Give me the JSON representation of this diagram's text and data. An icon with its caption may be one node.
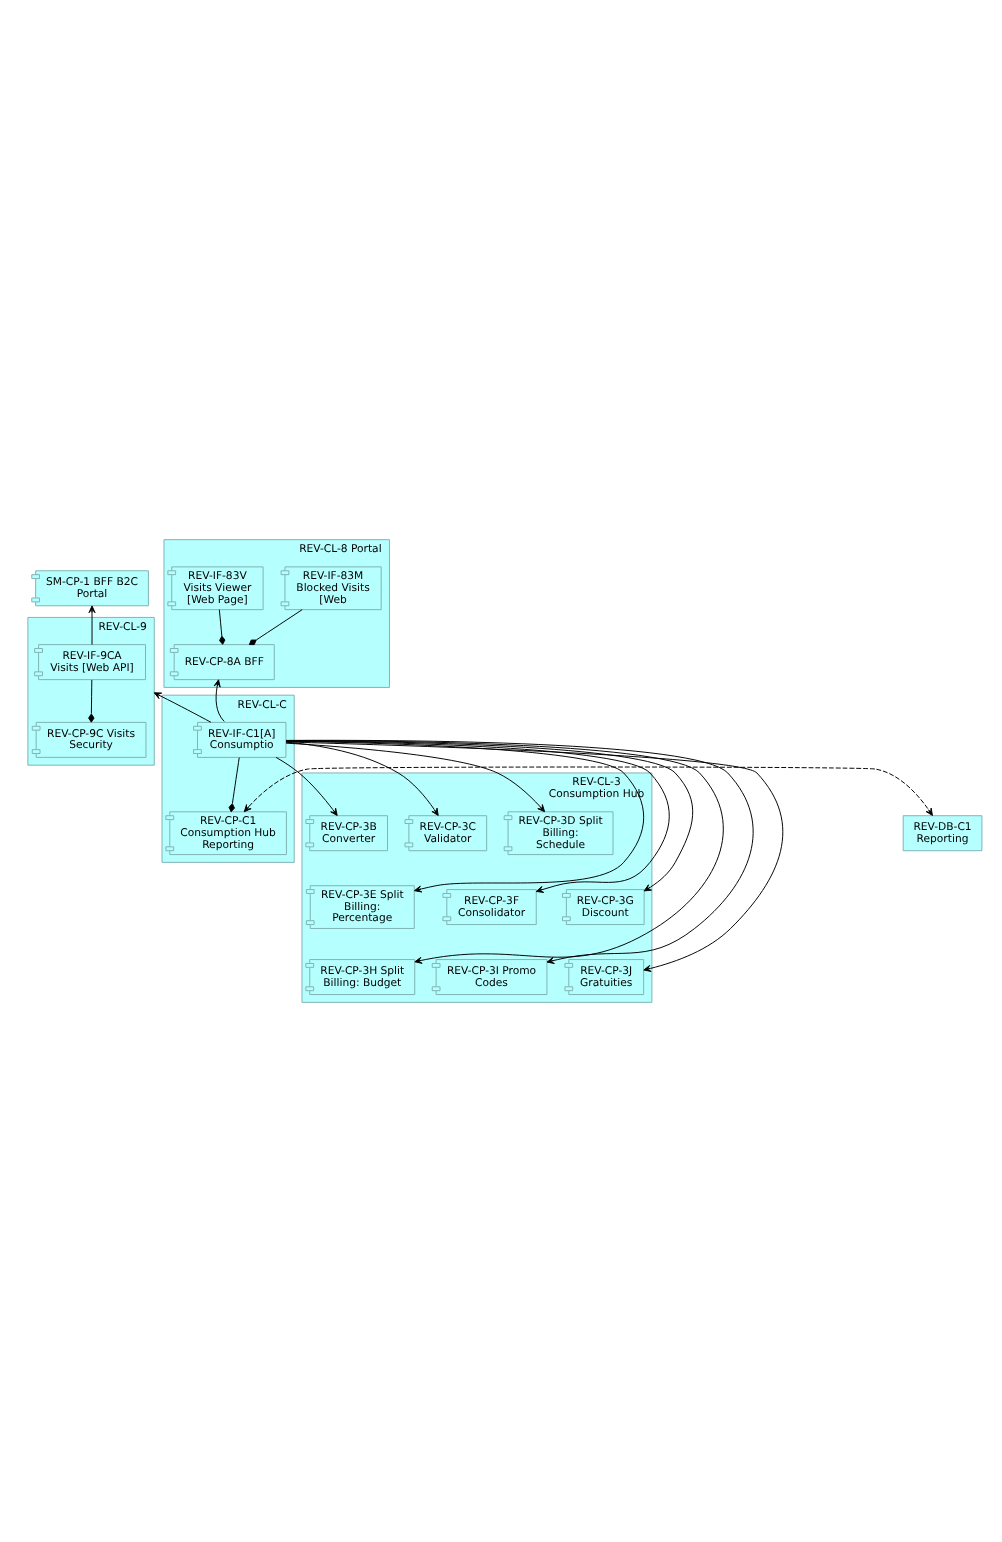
{
  "diagram": {
    "nodes": [
      {
        "text": [
          "SM-CP-1 BFF B2C Portal"
        ]
      },
      {
        "text": [
          "REV-CL-8 Portal"
        ]
      },
      {
        "text": [
          "REV-IF-83M Blocked Visits [Web"
        ],
        "in": 1
      },
      {
        "text": [
          "REV-IF-83V Visits Viewer [Web Page]"
        ],
        "in": 1
      },
      {
        "text": [
          "REV-CP-8A BFF"
        ],
        "in": 1
      },
      {
        "text": [
          "REV-CL-9"
        ]
      },
      {
        "text": [
          "REV-IF-9CA Visits [Web API]"
        ],
        "in": 5
      },
      {
        "text": [
          "REV-CP-9C Visits Security"
        ],
        "in": 5
      },
      {
        "text": [
          "REV-CL-C"
        ]
      },
      {
        "text": [
          "REV-IF-C1[A] Consumptio"
        ],
        "in": 8
      },
      {
        "text": [
          "REV-CP-C1 Consumption Hub Reporting"
        ],
        "in": 8
      },
      {
        "text": [
          "REV-DB-C1 Reporting"
        ]
      },
      {
        "text": [
          "REV-CL-3 Consumption Hub"
        ]
      },
      {
        "text": [
          "REV-CP-3B Converter"
        ],
        "in": 12
      },
      {
        "text": [
          "REV-CP-3C Validator"
        ],
        "in": 12
      },
      {
        "text": [
          "REV-CP-3D Split Billing: Schedule"
        ],
        "in": 12
      },
      {
        "text": [
          "REV-CP-3E Split Billing: Percentage"
        ],
        "in": 12
      },
      {
        "text": [
          "REV-CP-3F Consolidator"
        ],
        "in": 12
      },
      {
        "text": [
          "REV-CP-3G Discount"
        ],
        "in": 12
      },
      {
        "text": [
          "REV-CP-3H Split Billing: Budget"
        ],
        "in": 12
      },
      {
        "text": [
          "REV-CP-3I Promo Codes"
        ],
        "in": 12
      },
      {
        "text": [
          "REV-CP-3J Gratuities"
        ],
        "in": 12
      }
    ],
    "edges": [
      {
        "from": 6,
        "to": 0,
        "arrow": "to"
      },
      {
        "from": 2,
        "to": 4,
        "arrow": "other"
      },
      {
        "from": 3,
        "to": 4,
        "arrow": "other"
      },
      {
        "from": 6,
        "to": 7,
        "arrow": "other"
      },
      {
        "from": 9,
        "to": 4,
        "arrow": "to"
      },
      {
        "from": 9,
        "to": 5,
        "arrow": "to"
      },
      {
        "from": 9,
        "to": 10,
        "arrow": "other"
      },
      {
        "from": 10,
        "to": 11,
        "arrow": "both",
        "style": "dashed"
      },
      {
        "from": 9,
        "to": 13,
        "arrow": "to"
      },
      {
        "from": 9,
        "to": 14,
        "arrow": "to"
      },
      {
        "from": 9,
        "to": 15,
        "arrow": "to"
      },
      {
        "from": 9,
        "to": 16,
        "arrow": "to"
      },
      {
        "from": 9,
        "to": 17,
        "arrow": "to"
      },
      {
        "from": 9,
        "to": 18,
        "arrow": "to"
      },
      {
        "from": 9,
        "to": 19,
        "arrow": "to"
      },
      {
        "from": 9,
        "to": 20,
        "arrow": "to"
      },
      {
        "from": 9,
        "to": 21,
        "arrow": "to"
      }
    ]
  }
}
